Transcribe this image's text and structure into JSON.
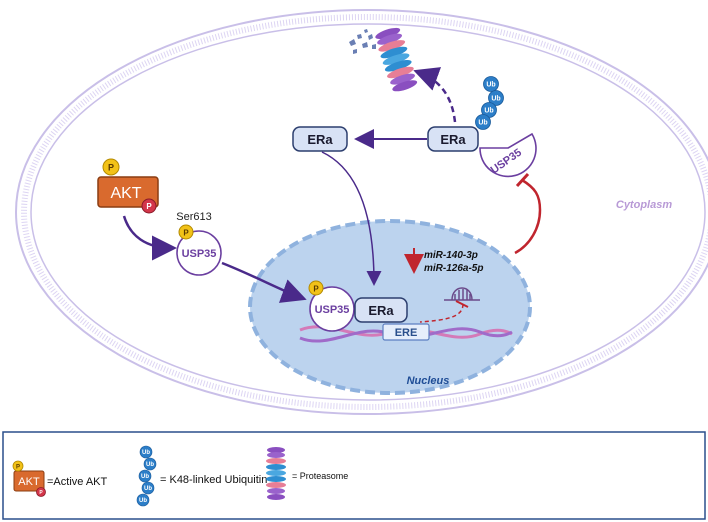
{
  "diagram": {
    "compartments": {
      "cytoplasm_label": "Cytoplasm",
      "nucleus_label": "Nucleus"
    },
    "molecules": {
      "akt_label": "AKT",
      "phospho_label": "P",
      "phospho_site": "Ser613",
      "usp35_label": "USP35",
      "era_label": "ERa",
      "ere_label": "ERE",
      "ub_label": "Ub"
    },
    "mirnas": [
      "miR-140-3p",
      "miR-126a-5p"
    ]
  },
  "legend": {
    "active_akt": "=Active AKT",
    "ubiquitin": "= K48-linked Ubiquitin",
    "proteasome": "= Proteasome"
  },
  "colors": {
    "akt_fill": "#d96a2e",
    "phospho_fill": "#f2c218",
    "usp35_text": "#6b3fa0",
    "era_fill": "#d8e2f5",
    "nucleus_fill": "#bcd3ee",
    "arrow_purple": "#4a2a8a",
    "inhibit_red": "#c0252e",
    "ub_blue": "#2c7ec8",
    "cytoplasm_text": "#b89ad6",
    "nucleus_text": "#1f4d96",
    "dna_pink": "#d47ab8"
  }
}
